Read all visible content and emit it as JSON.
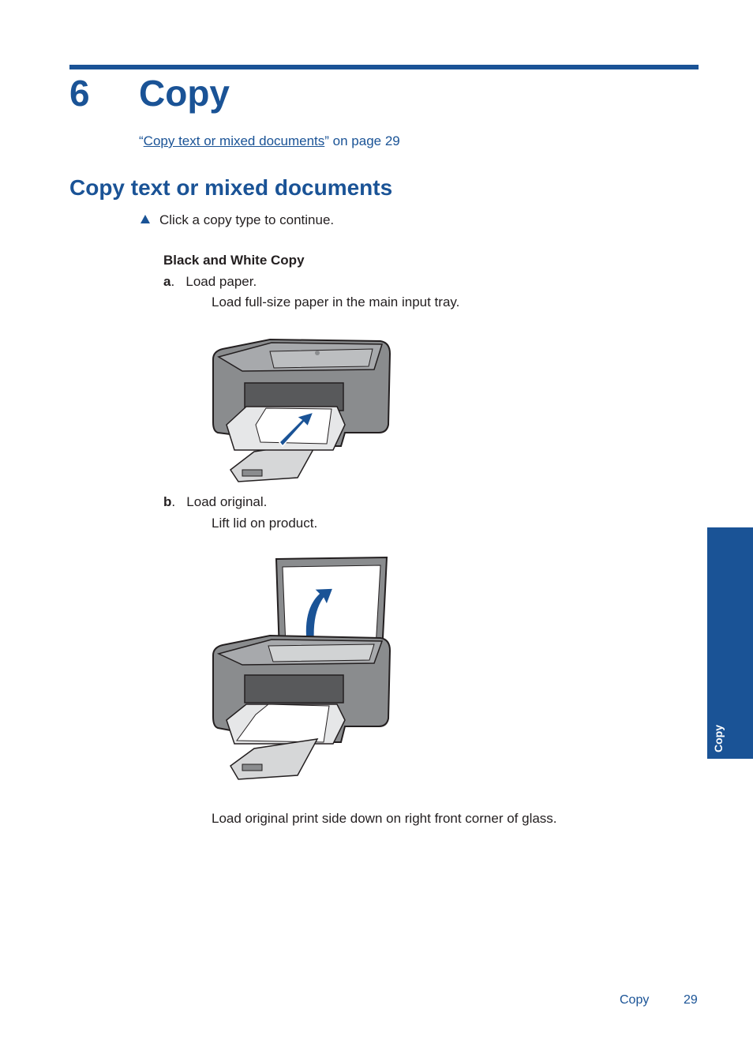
{
  "chapter": {
    "number": "6",
    "title": "Copy"
  },
  "toc": {
    "link_text": "Copy text or mixed documents",
    "open_quote": "“",
    "close_quote": "”",
    "suffix": " on page 29"
  },
  "section": {
    "title": "Copy text or mixed documents",
    "instruction": "Click a copy type to continue.",
    "subsection": "Black and White Copy",
    "steps": [
      {
        "letter": "a",
        "label": "Load paper.",
        "description": "Load full-size paper in the main input tray.",
        "illustration_icon": "printer-load-paper-illustration"
      },
      {
        "letter": "b",
        "label": "Load original.",
        "description": "Lift lid on product.",
        "illustration_icon": "printer-lift-lid-illustration"
      }
    ],
    "final_note": "Load original print side down on right front corner of glass."
  },
  "side_tab": {
    "label": "Copy"
  },
  "footer": {
    "section_label": "Copy",
    "page_number": "29"
  },
  "colors": {
    "accent": "#1a5396",
    "text": "#231f20",
    "printer_gray": "#8a8c8e"
  }
}
